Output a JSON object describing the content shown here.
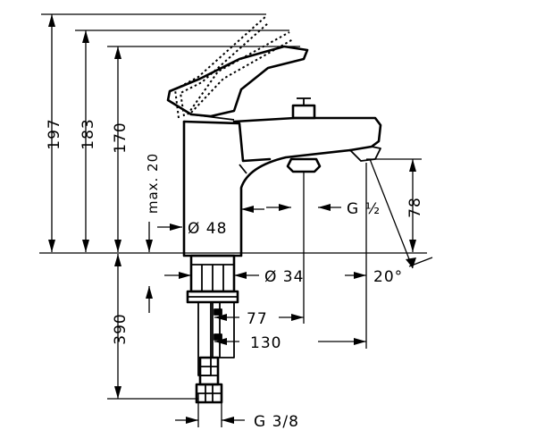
{
  "dimensions": {
    "total_height_max": "197",
    "height_lever_up": "183",
    "height_body": "170",
    "max_adjust": "max. 20",
    "spout_height": "78",
    "body_diameter": "Ø 48",
    "hole_diameter": "Ø 34",
    "thread_outlet": "G ½",
    "tilt_angle": "20°",
    "hose_offset": "77",
    "spout_reach": "130",
    "hose_length": "390",
    "thread_connection": "G 3/8"
  }
}
